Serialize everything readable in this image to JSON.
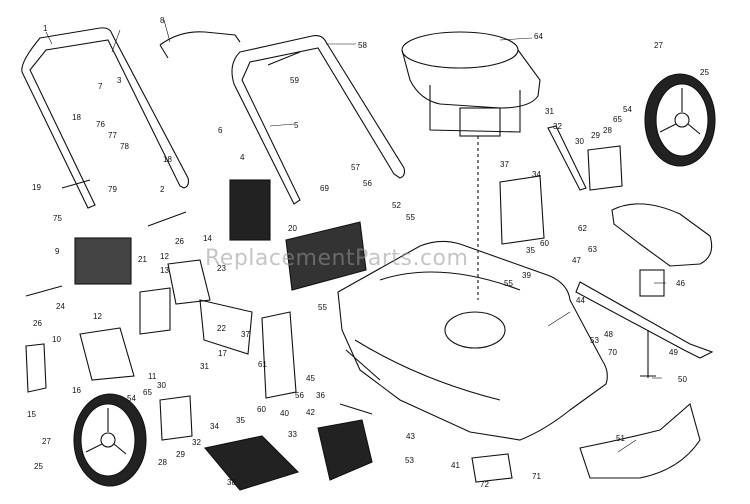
{
  "watermark": "ReplacementParts.com",
  "colors": {
    "ink": "#111111",
    "watermark": "#9a9a9a",
    "dark_part": "#222222"
  },
  "callouts": [
    "1",
    "2",
    "3",
    "4",
    "5",
    "6",
    "7",
    "8",
    "9",
    "10",
    "11",
    "12",
    "13",
    "14",
    "15",
    "16",
    "17",
    "18",
    "19",
    "20",
    "21",
    "22",
    "23",
    "24",
    "25",
    "26",
    "27",
    "28",
    "29",
    "30",
    "31",
    "32",
    "33",
    "34",
    "35",
    "36",
    "37",
    "38",
    "39",
    "40",
    "41",
    "42",
    "43",
    "44",
    "45",
    "46",
    "47",
    "48",
    "49",
    "50",
    "51",
    "52",
    "53",
    "54",
    "55",
    "56",
    "57",
    "58",
    "59",
    "60",
    "61",
    "62",
    "63",
    "64",
    "65",
    "69",
    "70",
    "71",
    "72",
    "75",
    "76",
    "77",
    "78",
    "79"
  ]
}
